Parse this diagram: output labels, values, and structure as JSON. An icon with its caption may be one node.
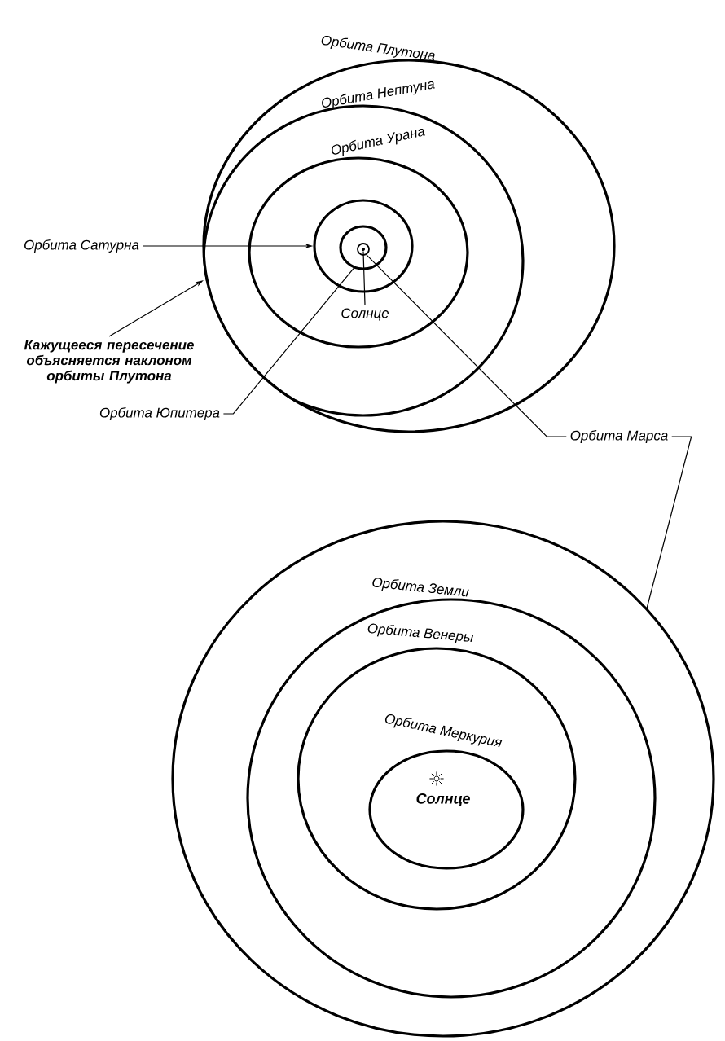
{
  "diagram": {
    "nodes": [
      {
        "text": [
          "Орбита Плутона"
        ]
      },
      {
        "text": [
          "Орбита Нептуна"
        ],
        "in": 0
      },
      {
        "text": [
          "Орбита Урана"
        ],
        "in": 1
      },
      {
        "text": [],
        "shape": "circle",
        "in": 2
      },
      {
        "text": [],
        "shape": "circle",
        "in": 3
      },
      {
        "text": [],
        "shape": "circle",
        "in": 4
      },
      {
        "text": [],
        "shape": "circle",
        "in": 5
      },
      {
        "text": [
          "Орбита Сатурна"
        ]
      },
      {
        "text": [
          "Кажущееся пересечение объясняется наклоном орбиты Плутона"
        ]
      },
      {
        "text": [
          "Солнце"
        ],
        "in": 2
      },
      {
        "text": [
          "Орбита Юпитера"
        ]
      },
      {
        "text": [
          "Орбита Марса"
        ]
      },
      {
        "text": [],
        "shape": "circle"
      },
      {
        "text": [
          "Орбита Земли"
        ],
        "in": 12
      },
      {
        "text": [
          "Орбита Венеры"
        ],
        "in": 13
      },
      {
        "text": [
          "Орбита Меркурия"
        ],
        "in": 14
      },
      {
        "text": [
          "Солнце"
        ],
        "in": 15
      }
    ],
    "edges": [
      {
        "from": 7,
        "to": 3,
        "arrow": "to"
      },
      {
        "from": 8,
        "to": 1,
        "arrow": "to"
      },
      {
        "from": 10,
        "to": 4,
        "arrow": "none"
      },
      {
        "from": 9,
        "to": 6,
        "arrow": "none"
      },
      {
        "from": 11,
        "to": 5,
        "arrow": "none"
      },
      {
        "from": 11,
        "to": 12,
        "arrow": "none"
      }
    ]
  }
}
